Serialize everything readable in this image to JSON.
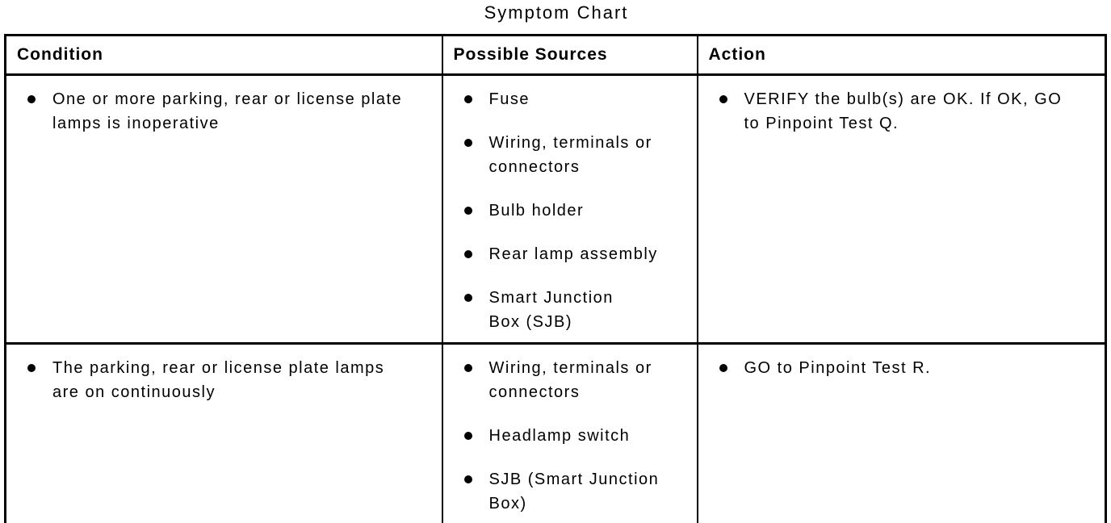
{
  "title": "Symptom Chart",
  "table": {
    "headers": [
      "Condition",
      "Possible Sources",
      "Action"
    ],
    "rows": [
      {
        "condition": [
          "One or more parking, rear or license plate\nlamps is inoperative"
        ],
        "sources": [
          "Fuse",
          "Wiring, terminals or\nconnectors",
          "Bulb holder",
          "Rear lamp assembly",
          "Smart Junction\nBox (SJB)"
        ],
        "actions": [
          "VERIFY the bulb(s) are OK. If OK, GO\nto Pinpoint Test Q."
        ]
      },
      {
        "condition": [
          "The parking, rear or license plate lamps\nare on continuously"
        ],
        "sources": [
          "Wiring, terminals or\nconnectors",
          "Headlamp switch",
          "SJB (Smart Junction\nBox)"
        ],
        "actions": [
          "GO to Pinpoint Test R."
        ]
      }
    ]
  },
  "colors": {
    "text": "#000000",
    "background": "#ffffff",
    "border": "#000000"
  }
}
